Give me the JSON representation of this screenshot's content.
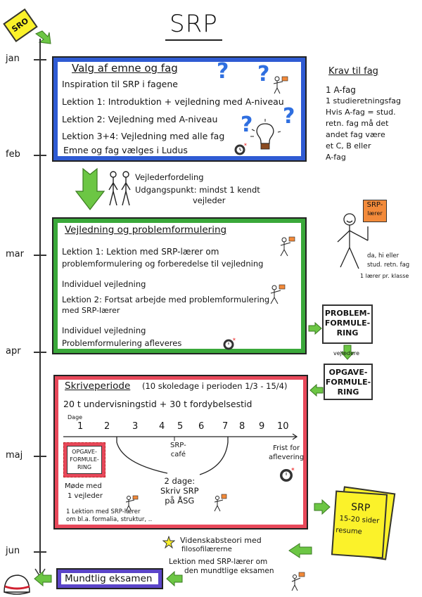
{
  "header": {
    "title": "SRP",
    "start_badge": "SRO"
  },
  "timeline": {
    "months": [
      "jan",
      "feb",
      "mar",
      "apr",
      "maj",
      "jun"
    ]
  },
  "phase1": {
    "title": "Valg af emne og fag",
    "color": "#2f5bd3",
    "lines": [
      "Inspiration til SRP i fagene",
      "Lektion 1: Introduktion + vejledning med A-niveau",
      "Lektion 2: Vejledning med A-niveau",
      "Lektion 3+4: Vejledning med alle fag",
      "Emne og fag vælges i Ludus"
    ]
  },
  "requirements": {
    "title": "Krav til fag",
    "lines": [
      "1 A-fag",
      "1 studieretningsfag",
      "Hvis A-fag = stud.",
      "retn. fag må det",
      "andet fag være",
      "et C, B eller",
      "A-fag"
    ]
  },
  "transition1": {
    "lines": [
      "Vejlederfordeling",
      "Udgangspunkt: mindst 1 kendt",
      "vejleder"
    ]
  },
  "srp_teacher": {
    "sign": [
      "SRP-",
      "lærer"
    ],
    "lines": [
      "da, hi eller",
      "stud. retn. fag",
      "1 lærer pr. klasse"
    ]
  },
  "phase2": {
    "title": "Vejledning og problemformulering",
    "color": "#3aa83a",
    "lines": [
      "Lektion 1: Lektion med SRP-lærer om",
      "problemformulering og forberedelse til vejledning",
      "Individuel vejledning",
      "Lektion 2: Fortsat arbejde med problemformulering",
      "med SRP-lærer",
      "Individuel vejledning",
      "Problemformulering afleveres"
    ]
  },
  "flow": {
    "box1": [
      "PROBLEM-",
      "FORMULE-",
      "RING"
    ],
    "between": "vejledere",
    "box2": [
      "OPGAVE-",
      "FORMULE-",
      "RING"
    ]
  },
  "phase3": {
    "title": "Skriveperiode",
    "subtitle": "(10 skoledage i perioden 1/3 - 15/4)",
    "hours": "20 t undervisningstid + 30 t fordybelsestid",
    "days_label": "Dage",
    "days": [
      "1",
      "2",
      "3",
      "4",
      "5",
      "6",
      "7",
      "8",
      "9",
      "10"
    ],
    "color": "#e8485a",
    "task_box": [
      "OPGAVE-",
      "FORMULE-",
      "RING"
    ],
    "meeting": [
      "Møde med",
      "1 vejleder"
    ],
    "lesson": [
      "1 Lektion med SRP-lærer",
      "om bl.a. formalia, struktur, .."
    ],
    "cafe": [
      "SRP-",
      "café"
    ],
    "write": [
      "2 dage:",
      "Skriv SRP",
      "på ÅSG"
    ],
    "deadline": [
      "Frist for",
      "aflevering"
    ]
  },
  "srp_doc": {
    "lines": [
      "SRP",
      "15-20 sider",
      "resume"
    ]
  },
  "final_notes": {
    "lines": [
      "Videnskabsteori med",
      "filosofilærerne",
      "Lektion med SRP-lærer om",
      "den mundtlige eksamen"
    ]
  },
  "exam": {
    "label": "Mundtlig eksamen",
    "color": "#5b45c9"
  },
  "colors": {
    "arrow_green": "#6cc644",
    "sticky_yellow": "#fbf22a",
    "sign_orange": "#f28a3a",
    "question_blue": "#2f6fe0"
  }
}
